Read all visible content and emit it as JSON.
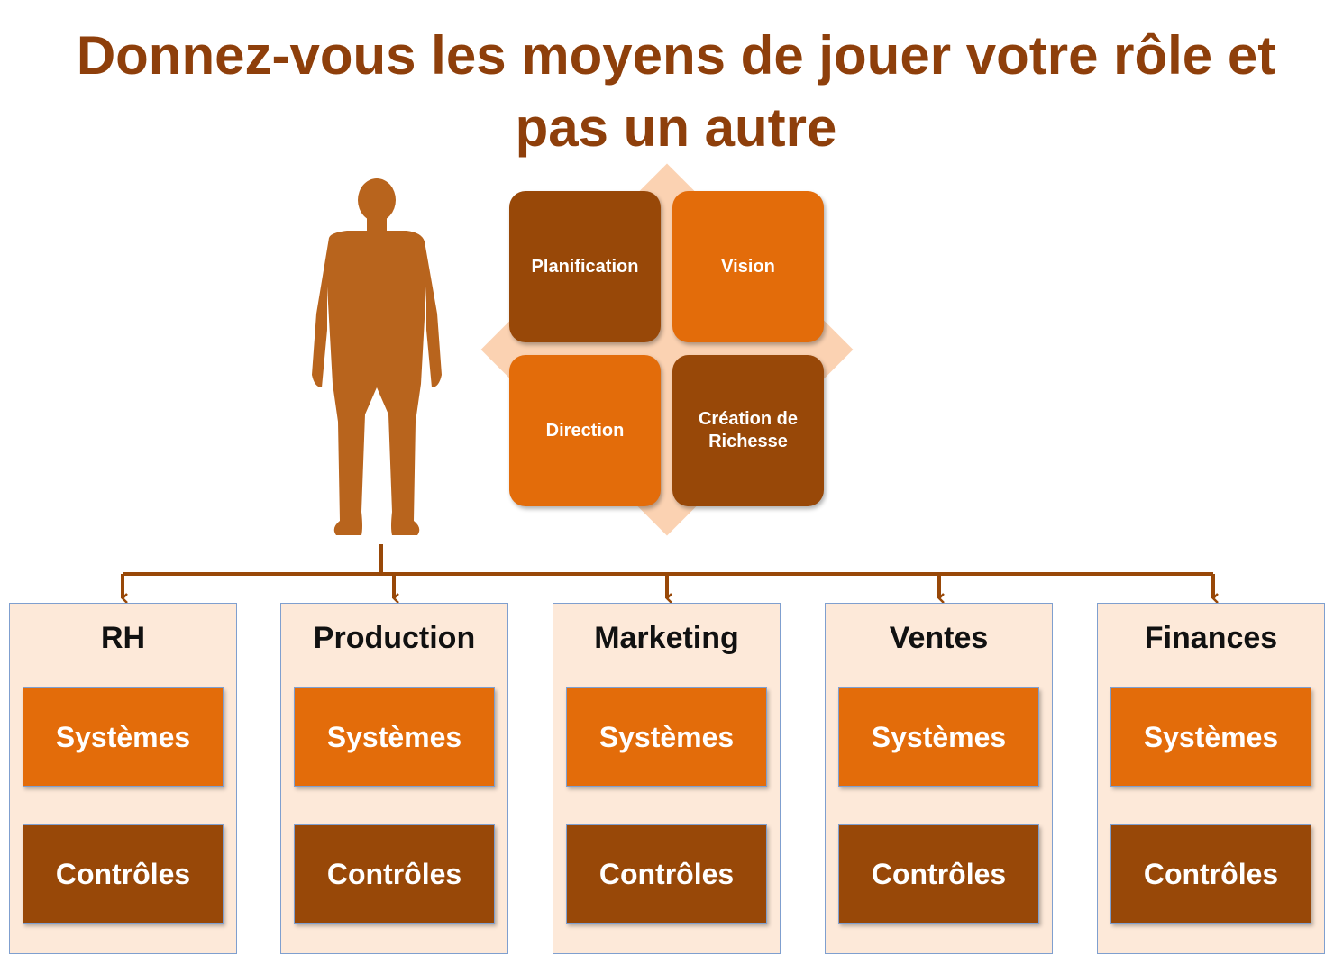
{
  "title": {
    "line1": "Donnez-vous les moyens de jouer votre rôle et",
    "line2": "pas un autre"
  },
  "roles": {
    "planification": "Planification",
    "vision": "Vision",
    "direction": "Direction",
    "creation": "Création de Richesse"
  },
  "departments": [
    {
      "name": "RH",
      "systems": "Systèmes",
      "controls": "Contrôles"
    },
    {
      "name": "Production",
      "systems": "Systèmes",
      "controls": "Contrôles"
    },
    {
      "name": "Marketing",
      "systems": "Systèmes",
      "controls": "Contrôles"
    },
    {
      "name": "Ventes",
      "systems": "Systèmes",
      "controls": "Contrôles"
    },
    {
      "name": "Finances",
      "systems": "Systèmes",
      "controls": "Contrôles"
    }
  ],
  "colors": {
    "title": "#8e3f0b",
    "dark_brown": "#984808",
    "orange": "#e36c0a",
    "diamond": "#fbd2b2",
    "panel": "#fde9d9",
    "connector": "#984808",
    "person": "#b8641d"
  },
  "icons": {
    "person": "person-silhouette-icon"
  }
}
